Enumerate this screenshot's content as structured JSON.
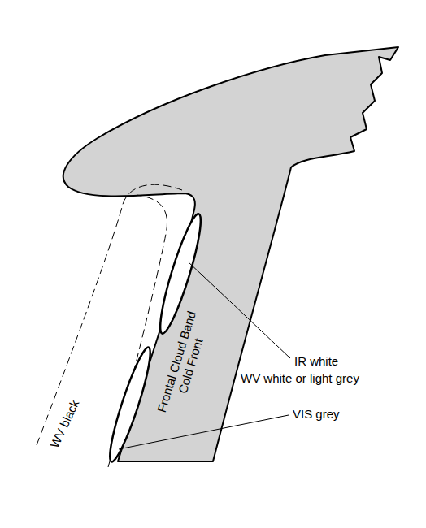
{
  "diagram": {
    "nodes": [
      {
        "text": [
          "Frontal Cloud Band Cold Front"
        ]
      }
    ],
    "labels": [
      "IR white",
      "WV white or light grey",
      "VIS grey",
      "WV black"
    ]
  }
}
